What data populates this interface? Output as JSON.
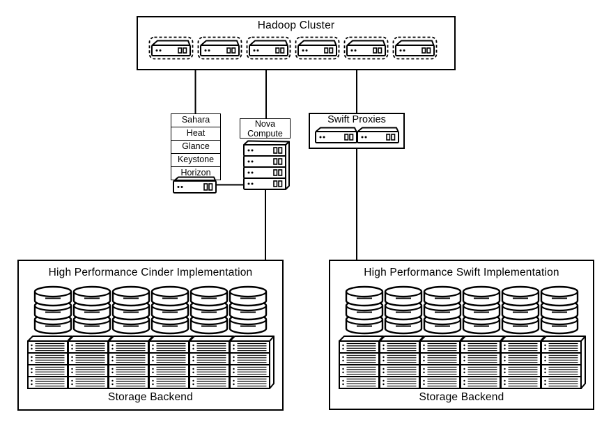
{
  "colors": {
    "ink": "#000000",
    "background": "#ffffff"
  },
  "hadoop_cluster": {
    "title": "Hadoop Cluster",
    "server_count": 6
  },
  "openstack_services": {
    "items": [
      "Sahara",
      "Heat",
      "Glance",
      "Keystone",
      "Horizon"
    ],
    "server_count": 1
  },
  "nova_compute": {
    "label_line1": "Nova",
    "label_line2": "Compute",
    "server_count": 4
  },
  "swift_proxies": {
    "title": "Swift Proxies",
    "server_count": 2
  },
  "cinder_implementation": {
    "title": "High Performance Cinder Implementation",
    "footer": "Storage Backend",
    "disk_stack_count": 6,
    "disks_per_stack": 3,
    "storage_array_count": 6,
    "rows_per_array": 4
  },
  "swift_implementation": {
    "title": "High Performance Swift Implementation",
    "footer": "Storage Backend",
    "disk_stack_count": 6,
    "disks_per_stack": 3,
    "storage_array_count": 6,
    "rows_per_array": 4
  },
  "icons": {
    "server": "server-icon",
    "server_stack": "server-stack-icon",
    "disk_stack": "disk-stack-icon",
    "storage_array": "storage-array-icon",
    "connector": "connector-line"
  }
}
